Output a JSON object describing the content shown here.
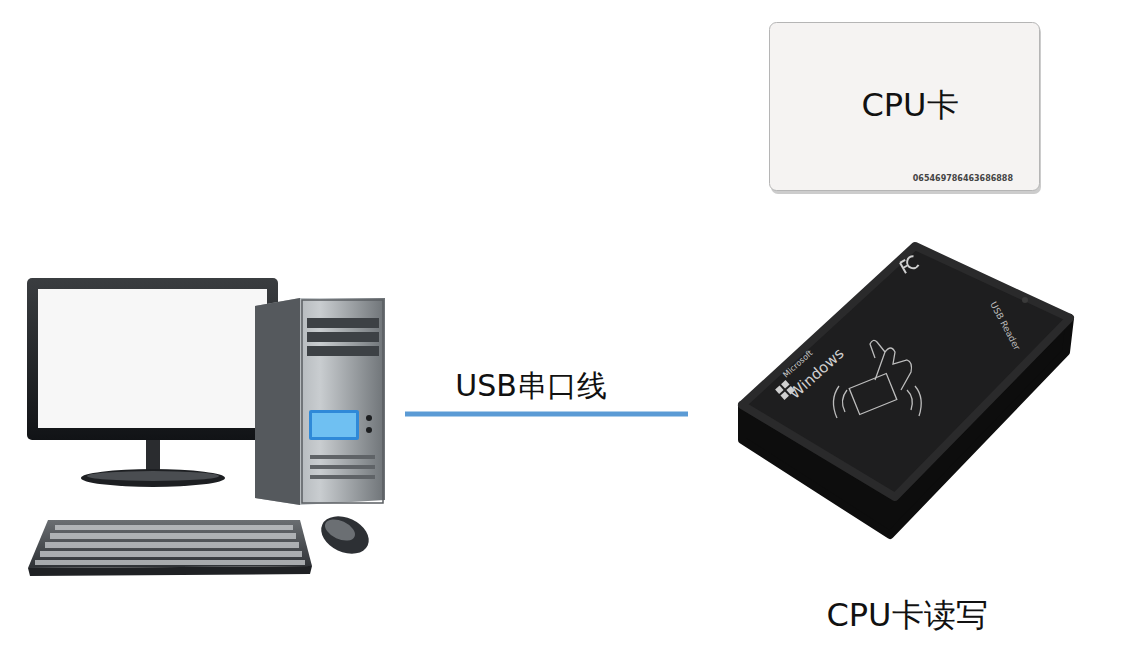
{
  "diagram": {
    "nodes": [
      {
        "text": [
          "CPU卡",
          "065469786463686888"
        ]
      },
      {
        "text": [
          "Microsoft",
          "Windows",
          "USB Reader",
          "CPU卡读写"
        ]
      }
    ],
    "labels": [
      "USB串口线"
    ]
  }
}
